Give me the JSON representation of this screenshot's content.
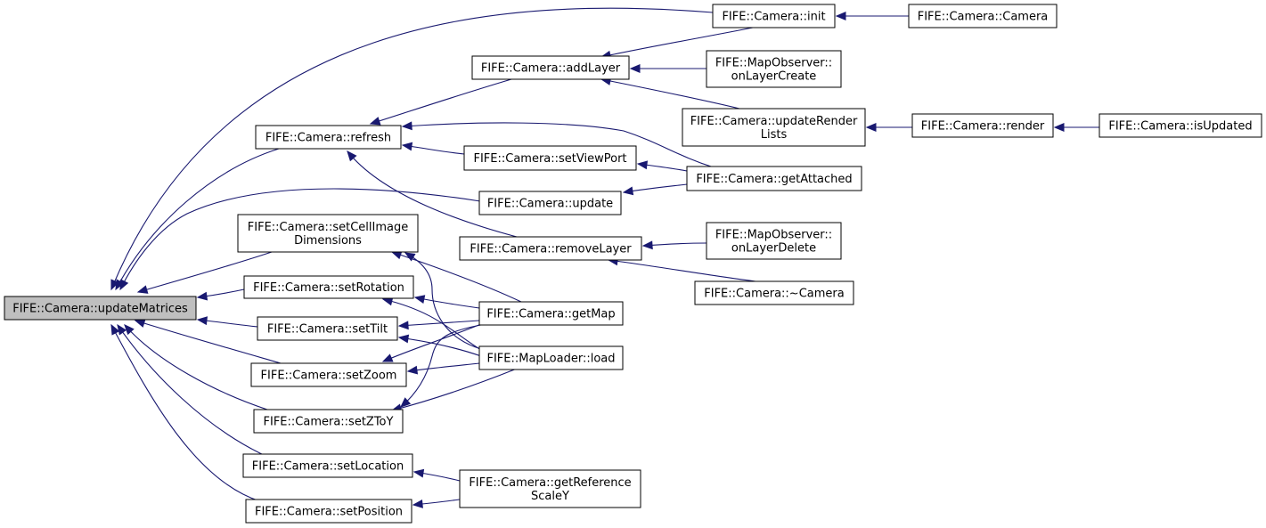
{
  "graph": {
    "root": "n_updateMatrices",
    "colors": {
      "edge": "#191970",
      "root_fill": "#bfbfbf",
      "node_fill": "#ffffff",
      "node_border": "#000000"
    },
    "nodes": [
      {
        "id": "n_updateMatrices",
        "lines": [
          "FIFE::Camera::updateMatrices"
        ]
      },
      {
        "id": "n_refresh",
        "lines": [
          "FIFE::Camera::refresh"
        ]
      },
      {
        "id": "n_setCellImageDimensions",
        "lines": [
          "FIFE::Camera::setCellImage",
          "Dimensions"
        ]
      },
      {
        "id": "n_setRotation",
        "lines": [
          "FIFE::Camera::setRotation"
        ]
      },
      {
        "id": "n_setTilt",
        "lines": [
          "FIFE::Camera::setTilt"
        ]
      },
      {
        "id": "n_setZoom",
        "lines": [
          "FIFE::Camera::setZoom"
        ]
      },
      {
        "id": "n_setZToY",
        "lines": [
          "FIFE::Camera::setZToY"
        ]
      },
      {
        "id": "n_setLocation",
        "lines": [
          "FIFE::Camera::setLocation"
        ]
      },
      {
        "id": "n_setPosition",
        "lines": [
          "FIFE::Camera::setPosition"
        ]
      },
      {
        "id": "n_addLayer",
        "lines": [
          "FIFE::Camera::addLayer"
        ]
      },
      {
        "id": "n_setViewPort",
        "lines": [
          "FIFE::Camera::setViewPort"
        ]
      },
      {
        "id": "n_update",
        "lines": [
          "FIFE::Camera::update"
        ]
      },
      {
        "id": "n_removeLayer",
        "lines": [
          "FIFE::Camera::removeLayer"
        ]
      },
      {
        "id": "n_getMap",
        "lines": [
          "FIFE::Camera::getMap"
        ]
      },
      {
        "id": "n_load",
        "lines": [
          "FIFE::MapLoader::load"
        ]
      },
      {
        "id": "n_getReferenceScaleY",
        "lines": [
          "FIFE::Camera::getReference",
          "ScaleY"
        ]
      },
      {
        "id": "n_init",
        "lines": [
          "FIFE::Camera::init"
        ]
      },
      {
        "id": "n_onLayerCreate",
        "lines": [
          "FIFE::MapObserver::",
          "onLayerCreate"
        ]
      },
      {
        "id": "n_updateRenderLists",
        "lines": [
          "FIFE::Camera::updateRender",
          "Lists"
        ]
      },
      {
        "id": "n_getAttached",
        "lines": [
          "FIFE::Camera::getAttached"
        ]
      },
      {
        "id": "n_onLayerDelete",
        "lines": [
          "FIFE::MapObserver::",
          "onLayerDelete"
        ]
      },
      {
        "id": "n_destructor",
        "lines": [
          "FIFE::Camera::~Camera"
        ]
      },
      {
        "id": "n_Camera",
        "lines": [
          "FIFE::Camera::Camera"
        ]
      },
      {
        "id": "n_render",
        "lines": [
          "FIFE::Camera::render"
        ]
      },
      {
        "id": "n_isUpdated",
        "lines": [
          "FIFE::Camera::isUpdated"
        ]
      }
    ],
    "edges": [
      {
        "from": "n_init",
        "to": "n_updateMatrices"
      },
      {
        "from": "n_refresh",
        "to": "n_updateMatrices"
      },
      {
        "from": "n_update",
        "to": "n_updateMatrices"
      },
      {
        "from": "n_setCellImageDimensions",
        "to": "n_updateMatrices"
      },
      {
        "from": "n_setRotation",
        "to": "n_updateMatrices"
      },
      {
        "from": "n_setTilt",
        "to": "n_updateMatrices"
      },
      {
        "from": "n_setZoom",
        "to": "n_updateMatrices"
      },
      {
        "from": "n_setZToY",
        "to": "n_updateMatrices"
      },
      {
        "from": "n_setLocation",
        "to": "n_updateMatrices"
      },
      {
        "from": "n_setPosition",
        "to": "n_updateMatrices"
      },
      {
        "from": "n_addLayer",
        "to": "n_refresh"
      },
      {
        "from": "n_getAttached",
        "to": "n_refresh"
      },
      {
        "from": "n_setViewPort",
        "to": "n_refresh"
      },
      {
        "from": "n_removeLayer",
        "to": "n_refresh"
      },
      {
        "from": "n_getAttached",
        "to": "n_update"
      },
      {
        "from": "n_getMap",
        "to": "n_setCellImageDimensions"
      },
      {
        "from": "n_load",
        "to": "n_setCellImageDimensions"
      },
      {
        "from": "n_getMap",
        "to": "n_setRotation"
      },
      {
        "from": "n_load",
        "to": "n_setRotation"
      },
      {
        "from": "n_getMap",
        "to": "n_setTilt"
      },
      {
        "from": "n_load",
        "to": "n_setTilt"
      },
      {
        "from": "n_getMap",
        "to": "n_setZoom"
      },
      {
        "from": "n_load",
        "to": "n_setZoom"
      },
      {
        "from": "n_getMap",
        "to": "n_setZToY"
      },
      {
        "from": "n_load",
        "to": "n_setZToY"
      },
      {
        "from": "n_getReferenceScaleY",
        "to": "n_setLocation"
      },
      {
        "from": "n_getReferenceScaleY",
        "to": "n_setPosition"
      },
      {
        "from": "n_Camera",
        "to": "n_init"
      },
      {
        "from": "n_init",
        "to": "n_addLayer"
      },
      {
        "from": "n_onLayerCreate",
        "to": "n_addLayer"
      },
      {
        "from": "n_updateRenderLists",
        "to": "n_addLayer"
      },
      {
        "from": "n_getAttached",
        "to": "n_setViewPort"
      },
      {
        "from": "n_onLayerDelete",
        "to": "n_removeLayer"
      },
      {
        "from": "n_destructor",
        "to": "n_removeLayer"
      },
      {
        "from": "n_render",
        "to": "n_updateRenderLists"
      },
      {
        "from": "n_isUpdated",
        "to": "n_render"
      }
    ]
  }
}
